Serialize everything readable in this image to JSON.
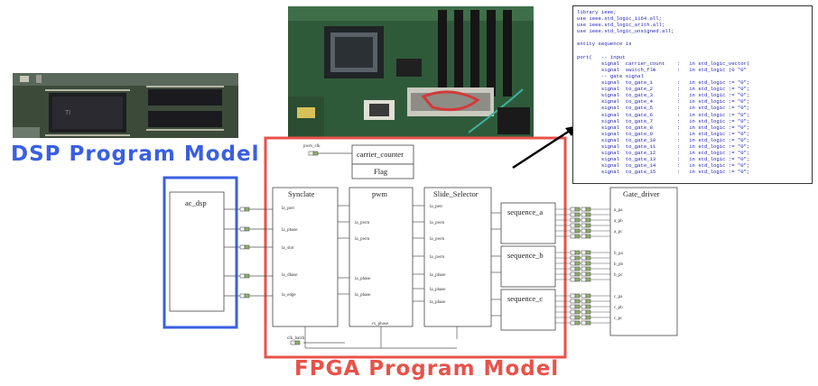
{
  "labels": {
    "dsp_model": "DSP Program Model",
    "fpga_model": "FPGA Program Model"
  },
  "colors": {
    "dsp_accent": "#3a5fe0",
    "fpga_accent": "#e8524a",
    "code_text": "#1c1cb4"
  },
  "blocks": {
    "ac_dsp": "ac_dsp",
    "synclate": "Synclate",
    "pwm": "pwm",
    "slide_selector": "Slide_Selector",
    "carrier_counter": "carrier_counter",
    "flag": "Flag",
    "sequence_a": "sequence_a",
    "sequence_b": "sequence_b",
    "sequence_c": "sequence_c",
    "gate_driver": "Gate_driver"
  },
  "signals": {
    "pwm_clk": "pwm_clk",
    "clk_batch": "clk_batch",
    "rx_phase": "rx_phase"
  },
  "code_lines": [
    "library ieee;",
    "use ieee.std_logic_1164.all;",
    "use ieee.std_logic_arith.all;",
    "use ieee.std_logic_unsigned.all;",
    "",
    "entity sequence is",
    "",
    "port(   -- input",
    "        signal  carrier_count    :   in std_logic_vector(",
    "        signal  switch_flm       :   in std_logic (0 \"0\"",
    "        -- gate signal",
    "        signal  to_gate_1        :   in std_logic := \"0\";",
    "        signal  to_gate_2        :   in std_logic := \"0\";",
    "        signal  to_gate_3        :   in std_logic := \"0\";",
    "        signal  to_gate_4        :   in std_logic := \"0\";",
    "        signal  to_gate_5        :   in std_logic := \"0\";",
    "        signal  to_gate_6        :   in std_logic := \"0\";",
    "        signal  to_gate_7        :   in std_logic := \"0\";",
    "        signal  to_gate_8        :   in std_logic := \"0\";",
    "        signal  to_gate_9        :   in std_logic := \"0\";",
    "        signal  to_gate_10       :   in std_logic := \"0\";",
    "        signal  to_gate_11       :   in std_logic := \"0\";",
    "        signal  to_gate_12       :   in std_logic := \"0\";",
    "        signal  to_gate_13       :   in std_logic := \"0\";",
    "        signal  to_gate_14       :   in std_logic := \"0\";",
    "        signal  to_gate_15       :   in std_logic := \"0\";"
  ]
}
